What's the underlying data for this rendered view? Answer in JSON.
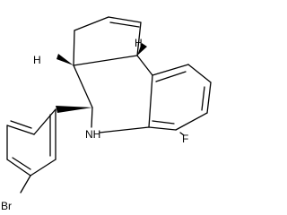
{
  "molecule": {
    "atoms": {
      "nh": "NH",
      "f": "F",
      "br": "Br"
    },
    "stereo_h": {
      "h1": "H",
      "h2": "H"
    }
  }
}
